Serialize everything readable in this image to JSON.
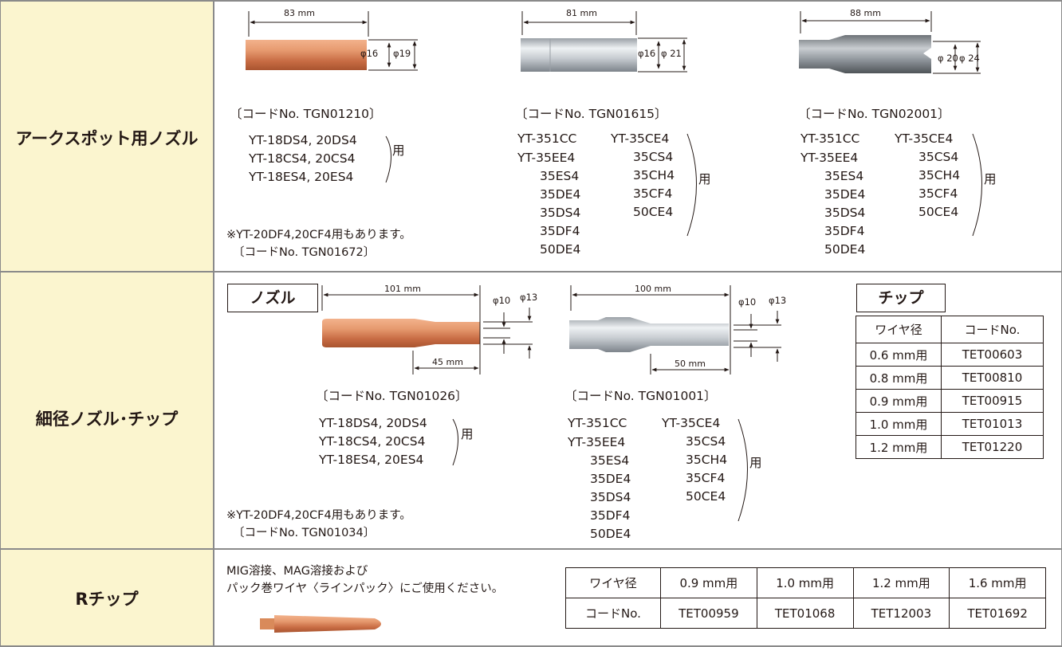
{
  "rows": {
    "arc_spot": {
      "label": "アークスポット用ノズル",
      "nozzle1": {
        "length": "83 mm",
        "phi_a": "φ16",
        "phi_b": "φ19",
        "code": "〔コードNo.  TGN01210〕",
        "models": [
          "YT-18DS4, 20DS4",
          "YT-18CS4, 20CS4",
          "YT-18ES4, 20ES4"
        ],
        "use": "用",
        "note1": "※YT-20DF4,20CF4用もあります。",
        "note2": "〔コードNo.  TGN01672〕"
      },
      "nozzle2": {
        "length": "81 mm",
        "phi_a": "φ16",
        "phi_b": "φ 21",
        "code": "〔コードNo.  TGN01615〕",
        "models_left": [
          "YT-351CC",
          "YT-35EE4",
          "35ES4",
          "35DE4",
          "35DS4",
          "35DF4",
          "50DE4"
        ],
        "models_right": [
          "YT-35CE4",
          "35CS4",
          "35CH4",
          "35CF4",
          "50CE4"
        ],
        "use": "用"
      },
      "nozzle3": {
        "length": "88 mm",
        "phi_a": "φ 20",
        "phi_b": "φ 24",
        "code": "〔コードNo.  TGN02001〕",
        "models_left": [
          "YT-351CC",
          "YT-35EE4",
          "35ES4",
          "35DE4",
          "35DS4",
          "35DF4",
          "50DE4"
        ],
        "models_right": [
          "YT-35CE4",
          "35CS4",
          "35CH4",
          "35CF4",
          "50CE4"
        ],
        "use": "用"
      }
    },
    "fine": {
      "label": "細径ノズル･チップ",
      "nozzle_box": "ノズル",
      "nozzle1": {
        "length": "101 mm",
        "sub_length": "45 mm",
        "phi_a": "φ10",
        "phi_b": "φ13",
        "code": "〔コードNo.  TGN01026〕",
        "models": [
          "YT-18DS4, 20DS4",
          "YT-18CS4, 20CS4",
          "YT-18ES4, 20ES4"
        ],
        "use": "用",
        "note1": "※YT-20DF4,20CF4用もあります。",
        "note2": "〔コードNo.  TGN01034〕"
      },
      "nozzle2": {
        "length": "100 mm",
        "sub_length": "50 mm",
        "phi_a": "φ10",
        "phi_b": "φ13",
        "code": "〔コードNo.  TGN01001〕",
        "models_left": [
          "YT-351CC",
          "YT-35EE4",
          "35ES4",
          "35DE4",
          "35DS4",
          "35DF4",
          "50DE4"
        ],
        "models_right": [
          "YT-35CE4",
          "35CS4",
          "35CH4",
          "35CF4",
          "50CE4"
        ],
        "use": "用"
      },
      "tip_box": "チップ",
      "tip_table": {
        "headers": [
          "ワイヤ径",
          "コードNo."
        ],
        "rows": [
          [
            "0.6 mm用",
            "TET00603"
          ],
          [
            "0.8 mm用",
            "TET00810"
          ],
          [
            "0.9 mm用",
            "TET00915"
          ],
          [
            "1.0 mm用",
            "TET01013"
          ],
          [
            "1.2 mm用",
            "TET01220"
          ]
        ]
      }
    },
    "r_tip": {
      "label": "Rチップ",
      "desc1": "MIG溶接、MAG溶接および",
      "desc2": "パック巻ワイヤ〈ラインパック〉にご使用ください。",
      "table": {
        "row1": [
          "ワイヤ径",
          "0.9 mm用",
          "1.0 mm用",
          "1.2 mm用",
          "1.6 mm用"
        ],
        "row2": [
          "コードNo.",
          "TET00959",
          "TET01068",
          "TET12003",
          "TET01692"
        ]
      }
    }
  }
}
